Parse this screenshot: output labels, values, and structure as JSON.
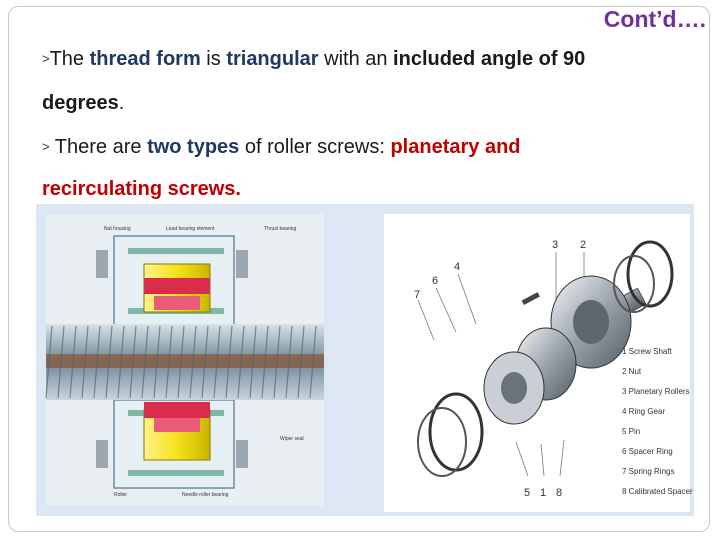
{
  "slide": {
    "title": "Cont’d….",
    "bullet_marker": ">",
    "bullet1": {
      "seg1": "The ",
      "seg2": "thread form",
      "seg3": " is ",
      "seg4": "triangular",
      "seg5": " with an ",
      "seg6": "included angle of 90",
      "seg7": "degrees",
      "seg8": "."
    },
    "bullet2": {
      "seg1": " There are ",
      "seg2": "two types",
      "seg3": " of roller screws: ",
      "seg4": "planetary and",
      "seg5": "recirculating screws."
    }
  },
  "figure": {
    "left_labels": [
      "Nut housing",
      "Lead bearing element",
      "Thrust bearing",
      "Wiper seal",
      "Roller",
      "Needle roller bearing"
    ],
    "callout_numbers": [
      "3",
      "2",
      "4",
      "6",
      "7",
      "5",
      "1",
      "8"
    ],
    "legend": [
      "1  Screw Shaft",
      "2  Nut",
      "3  Planetary Rollers",
      "4  Ring Gear",
      "5  Pin",
      "6  Spacer Ring",
      "7  Spring Rings",
      "8  Calibrated Spacer"
    ],
    "colors": {
      "title": "#7030a0",
      "highlight_blue": "#1f3864",
      "highlight_red": "#c00000",
      "figure_bg": "#dde7f3"
    }
  }
}
